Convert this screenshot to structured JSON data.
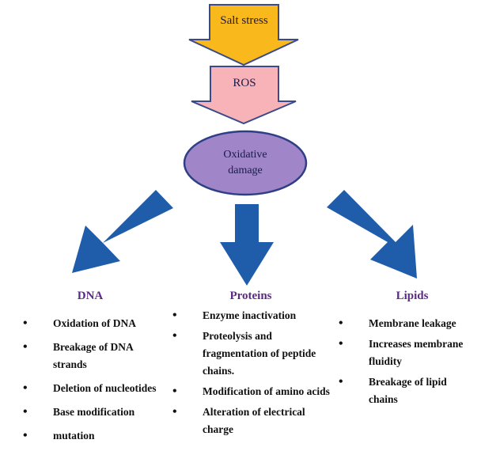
{
  "nodes": {
    "salt_stress": "Salt stress",
    "ros": "ROS",
    "oxidative_damage": [
      "Oxidative",
      "damage"
    ]
  },
  "colors": {
    "salt_stress_fill": "#f9b81b",
    "ros_fill": "#f8b3b9",
    "ellipse_fill": "#a185c9",
    "arrow_blue": "#1f5dab",
    "heading_purple": "#5b2a86"
  },
  "categories": [
    {
      "name": "DNA",
      "effects": [
        "Oxidation of DNA",
        "Breakage of DNA strands",
        "Deletion of nucleotides",
        "Base modification",
        "mutation"
      ]
    },
    {
      "name": "Proteins",
      "effects": [
        "Enzyme inactivation",
        "Proteolysis and fragmentation of peptide chains.",
        "Modification of amino acids",
        "Alteration of electrical charge"
      ]
    },
    {
      "name": "Lipids",
      "effects": [
        "Membrane leakage",
        "Increases membrane fluidity",
        "Breakage of lipid chains"
      ]
    }
  ]
}
